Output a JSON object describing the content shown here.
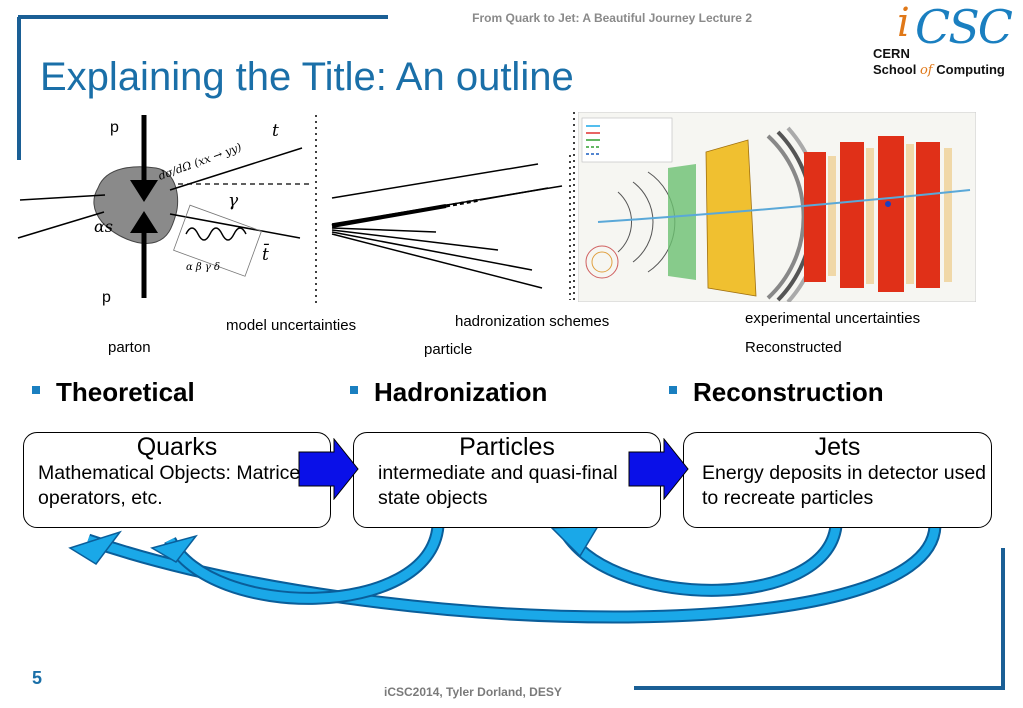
{
  "header": {
    "lecture_title": "From Quark to Jet: A Beautiful Journey Lecture 2",
    "logo": {
      "text_i": "i",
      "text_csc": "CSC",
      "line1": "CERN",
      "line2_before": "School",
      "line2_of": "of",
      "line2_after": "Computing"
    }
  },
  "slide": {
    "title": "Explaining the Title: An outline",
    "diagram": {
      "feynman": {
        "label_p_top": "p",
        "label_p_bottom": "p",
        "label_t": "t",
        "label_tbar": "t̄",
        "label_gamma": "γ",
        "label_alpha_s": "αs",
        "label_xsec": "dσ/dΩ (xx → yy)",
        "label_greek": "α β γ δ"
      },
      "captions": {
        "model_uncertainties": "model uncertainties",
        "hadronization_schemes": "hadronization schemes",
        "experimental_uncertainties": "experimental uncertainties",
        "parton": "parton",
        "particle": "particle",
        "reconstructed": "Reconstructed"
      }
    },
    "bullets": [
      "Theoretical",
      "Hadronization",
      "Reconstruction"
    ],
    "boxes": [
      {
        "heading": "Quarks",
        "body": "Mathematical Objects: Matrices, operators, etc."
      },
      {
        "heading": "Particles",
        "body": "intermediate and quasi-final state objects"
      },
      {
        "heading": "Jets",
        "body": "Energy deposits in detector used to recreate particles"
      }
    ]
  },
  "footer": {
    "page_number": "5",
    "credit": "iCSC2014, Tyler Dorland, DESY"
  },
  "colors": {
    "title_blue": "#1a6fa8",
    "frame_blue": "#1a5f95",
    "bullet_blue": "#1a7fc0",
    "arrow_blue": "#0a10e8",
    "curve_blue": "#1aa8e8",
    "logo_orange": "#e07818"
  }
}
